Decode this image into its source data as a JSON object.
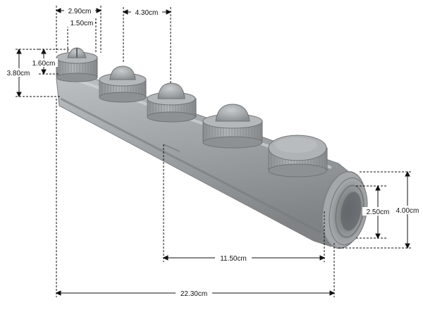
{
  "product": {
    "colors": {
      "body": "#9a9ea1",
      "body_shade": "#7d8184",
      "body_highlight": "#c4c7c9",
      "dimension_line": "#111111",
      "background": "#ffffff"
    }
  },
  "dimensions": {
    "knob_outer_width": "2.90cm",
    "knob_inner_width": "1.50cm",
    "knob_spacing": "4.30cm",
    "knob_cap_height": "1.60cm",
    "knob_total_height": "3.80cm",
    "inlet_inner_diameter": "2.50cm",
    "inlet_outer_diameter": "4.00cm",
    "partial_length": "11.50cm",
    "total_length": "22.30cm"
  }
}
